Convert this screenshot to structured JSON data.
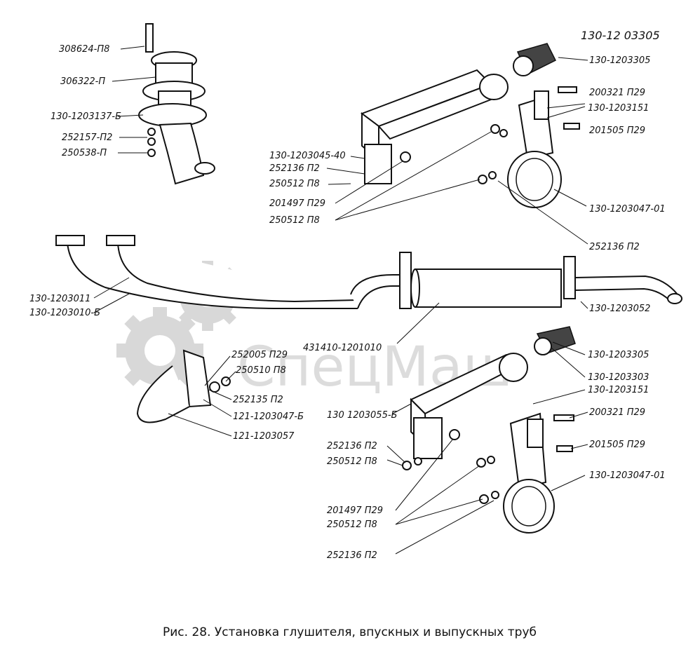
{
  "watermark": "СпецМаш",
  "caption": "Рис. 28. Установка глушителя, впускных и выпускных труб",
  "labels": {
    "l01": "308624-П8",
    "l02": "306322-П",
    "l03": "130-1203137-Б",
    "l04": "252157-П2",
    "l05": "250538-П",
    "l06": "130-12 03305",
    "l07": "130-1203305",
    "l08": "200321 П29",
    "l09": "130-1203151",
    "l10": "201505 П29",
    "l11": "130-1203045-40",
    "l12": "252136 П2",
    "l13": "250512 П8",
    "l14": "201497 П29",
    "l15": "250512 П8",
    "l16": "130-1203047-01",
    "l17": "252136 П2",
    "l18": "130-1203011",
    "l19": "130-1203010-Б",
    "l20": "130-1203052",
    "l21": "431410-1201010",
    "l22": "252005 П29",
    "l23": "250510 П8",
    "l24": "252135 П2",
    "l25": "121-1203047-Б",
    "l26": "121-1203057",
    "l27": "130-1203305",
    "l28": "130-1203303",
    "l29": "130-1203151",
    "l30": "200321 П29",
    "l31": "130 1203055-Б",
    "l32": "201505 П29",
    "l33": "252136 П2",
    "l34": "250512 П8",
    "l35": "130-1203047-01",
    "l36": "201497 П29",
    "l37": "250512 П8",
    "l38": "252136 П2"
  }
}
